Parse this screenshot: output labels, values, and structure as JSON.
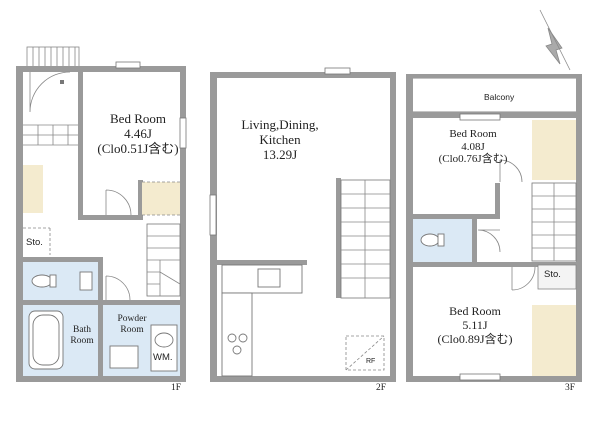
{
  "floors": [
    {
      "id": "1F",
      "label": "1F",
      "rooms": {
        "bedroom": {
          "name": "Bed Room",
          "size": "4.46J",
          "closet": "(Clo0.51J含む)"
        },
        "storage": "Sto.",
        "bath": {
          "line1": "Bath",
          "line2": "Room"
        },
        "powder": {
          "line1": "Powder",
          "line2": "Room"
        },
        "washer": "WM."
      }
    },
    {
      "id": "2F",
      "label": "2F",
      "rooms": {
        "ldk": {
          "line1": "Living,Dining,",
          "line2": "Kitchen",
          "size": "13.29J"
        },
        "roof_access": "RF"
      }
    },
    {
      "id": "3F",
      "label": "3F",
      "rooms": {
        "balcony": "Balcony",
        "bedroom_a": {
          "name": "Bed Room",
          "size": "4.08J",
          "closet": "(Clo0.76J含む)"
        },
        "storage": "Sto.",
        "bedroom_b": {
          "name": "Bed Room",
          "size": "5.11J",
          "closet": "(Clo0.89J含む)"
        }
      }
    }
  ],
  "compass": {
    "icon": "north-arrow-icon"
  },
  "colors": {
    "wall": "#9a9a9a",
    "closet": "#f4ebcf",
    "wet_area": "#dbe9f5",
    "text": "#222222"
  }
}
